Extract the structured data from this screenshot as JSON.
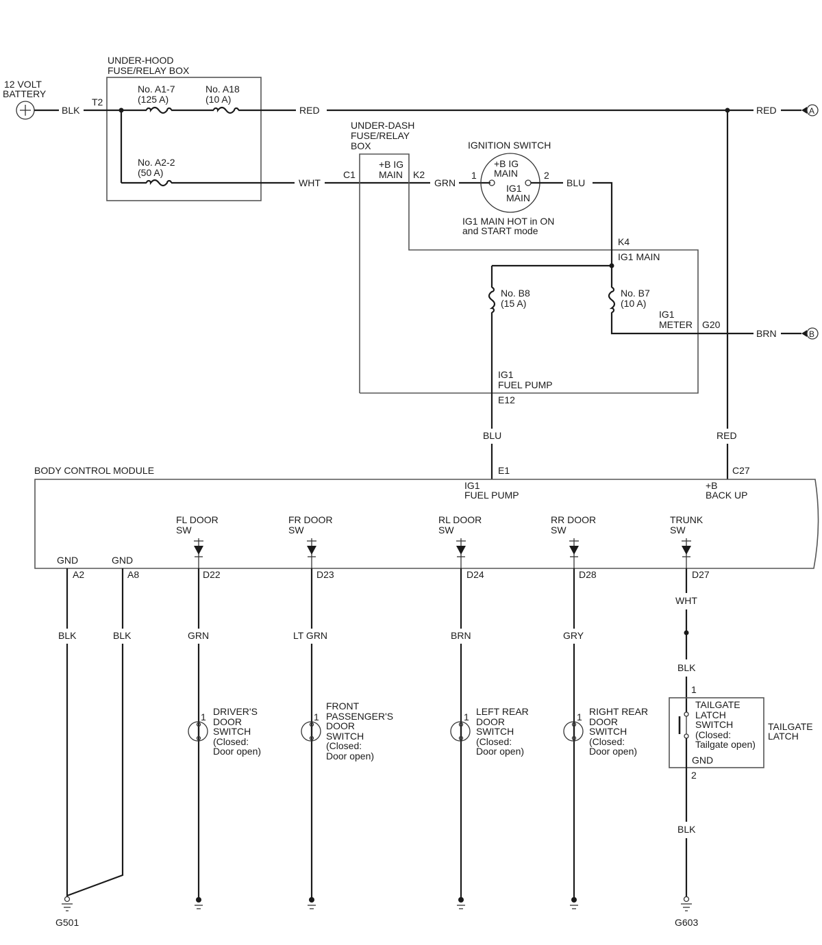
{
  "battery": {
    "line1": "12 VOLT",
    "line2": "BATTERY"
  },
  "underhood": {
    "title1": "UNDER-HOOD",
    "title2": "FUSE/RELAY BOX",
    "t2": "T2",
    "fuse_a17": {
      "name": "No. A1-7",
      "rating": "(125 A)"
    },
    "fuse_a18": {
      "name": "No. A18",
      "rating": "(10 A)"
    },
    "fuse_a22": {
      "name": "No. A2-2",
      "rating": "(50 A)"
    }
  },
  "underdash": {
    "title1": "UNDER-DASH",
    "title2": "FUSE/RELAY",
    "title3": "BOX",
    "bigmain1": "+B IG",
    "bigmain2": "MAIN",
    "c1": "C1",
    "k2": "K2",
    "k4": "K4",
    "ig1main": "IG1 MAIN",
    "fuse_b8": {
      "name": "No. B8",
      "rating": "(15 A)"
    },
    "fuse_b7": {
      "name": "No. B7",
      "rating": "(10 A)"
    },
    "ig1meter1": "IG1",
    "ig1meter2": "METER",
    "g20": "G20",
    "ig1fp1": "IG1",
    "ig1fp2": "FUEL PUMP",
    "e12": "E12"
  },
  "ignition": {
    "title": "IGNITION SWITCH",
    "pin1": "1",
    "pin2": "2",
    "bigmain1": "+B IG",
    "bigmain2": "MAIN",
    "ig1main1": "IG1",
    "ig1main2": "MAIN",
    "note1": "IG1 MAIN HOT in ON",
    "note2": "and START mode"
  },
  "wires": {
    "blk": "BLK",
    "red_top": "RED",
    "red_right": "RED",
    "wht": "WHT",
    "grn": "GRN",
    "blu_top": "BLU",
    "brn_right": "BRN",
    "blu_mid": "BLU",
    "red_mid": "RED",
    "blk_a2": "BLK",
    "blk_a8": "BLK",
    "grn_d22": "GRN",
    "ltgrn_d23": "LT GRN",
    "brn_d24": "BRN",
    "gry_d28": "GRY",
    "wht_d27": "WHT",
    "blk_d27": "BLK",
    "blk_g603": "BLK"
  },
  "connectors": {
    "a": "A",
    "b": "B"
  },
  "bcm": {
    "title": "BODY CONTROL MODULE",
    "e1": "E1",
    "c27": "C27",
    "ig1fp1": "IG1",
    "ig1fp2": "FUEL PUMP",
    "bup1": "+B",
    "bup2": "BACK UP",
    "gnd_a2": "GND",
    "gnd_a8": "GND",
    "a2": "A2",
    "a8": "A8",
    "inputs": [
      {
        "l1": "FL DOOR",
        "l2": "SW",
        "pin": "D22"
      },
      {
        "l1": "FR DOOR",
        "l2": "SW",
        "pin": "D23"
      },
      {
        "l1": "RL DOOR",
        "l2": "SW",
        "pin": "D24"
      },
      {
        "l1": "RR DOOR",
        "l2": "SW",
        "pin": "D28"
      },
      {
        "l1": "TRUNK",
        "l2": "SW",
        "pin": "D27"
      }
    ]
  },
  "switches": {
    "driver": {
      "pin": "1",
      "l1": "DRIVER'S",
      "l2": "DOOR",
      "l3": "SWITCH",
      "l4": "(Closed:",
      "l5": "Door open)"
    },
    "front_pass": {
      "pin": "1",
      "l1": "FRONT",
      "l2": "PASSENGER'S",
      "l3": "DOOR",
      "l4": "SWITCH",
      "l5": "(Closed:",
      "l6": "Door open)"
    },
    "left_rear": {
      "pin": "1",
      "l1": "LEFT REAR",
      "l2": "DOOR",
      "l3": "SWITCH",
      "l4": "(Closed:",
      "l5": "Door open)"
    },
    "right_rear": {
      "pin": "1",
      "l1": "RIGHT REAR",
      "l2": "DOOR",
      "l3": "SWITCH",
      "l4": "(Closed:",
      "l5": "Door open)"
    }
  },
  "tailgate": {
    "pin1": "1",
    "pin2": "2",
    "l1": "TAILGATE",
    "l2": "LATCH",
    "l3": "SWITCH",
    "l4": "(Closed:",
    "l5": "Tailgate open)",
    "gnd": "GND",
    "outer1": "TAILGATE",
    "outer2": "LATCH"
  },
  "grounds": {
    "g501": "G501",
    "g603": "G603"
  }
}
